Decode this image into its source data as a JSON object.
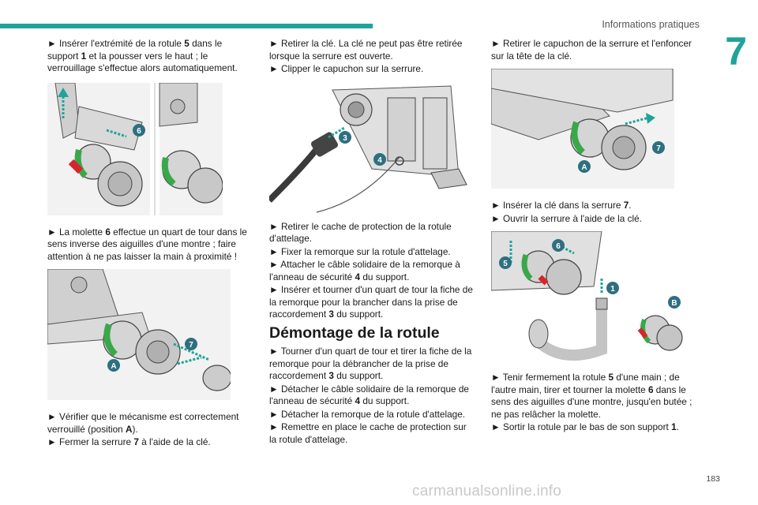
{
  "header": {
    "title": "Informations pratiques",
    "chapter": "7",
    "page_number": "183"
  },
  "watermark": "carmanualsonline.info",
  "columns": {
    "left": {
      "p1": [
        "► Insérer l'extrémité de la rotule ",
        "5",
        " dans le support ",
        "1",
        " et la pousser vers le haut ; le verrouillage s'effectue alors automatiquement."
      ],
      "fig1_labels": [
        "6"
      ],
      "p2": [
        "► La molette ",
        "6",
        " effectue un quart de tour dans le sens inverse des aiguilles d'une montre ; faire attention à ne pas laisser la main à proximité !"
      ],
      "fig2_labels": [
        "7",
        "A"
      ],
      "p3": [
        "► Vérifier que le mécanisme est correctement verrouillé (position ",
        "A",
        ")."
      ],
      "p4": [
        "► Fermer la serrure ",
        "7",
        " à l'aide de la clé."
      ]
    },
    "middle": {
      "p1": "► Retirer la clé. La clé ne peut pas être retirée lorsque la serrure est ouverte.",
      "p2": "► Clipper le capuchon sur la serrure.",
      "fig_labels": [
        "3",
        "4"
      ],
      "p3": "► Retirer le cache de protection de la rotule d'attelage.",
      "p4": "► Fixer la remorque sur la rotule d'attelage.",
      "p5": [
        "► Attacher le câble solidaire de la remorque à l'anneau de sécurité ",
        "4",
        " du support."
      ],
      "p6": [
        "► Insérer et tourner d'un quart de tour la fiche de la remorque pour la brancher dans la prise de raccordement ",
        "3",
        " du support."
      ],
      "heading": "Démontage de la rotule",
      "p7": [
        "► Tourner d'un quart de tour et tirer la fiche de la remorque pour la débrancher de la prise de raccordement ",
        "3",
        " du support."
      ],
      "p8": [
        "► Détacher le câble solidaire de la remorque de l'anneau de sécurité ",
        "4",
        " du support."
      ],
      "p9": "► Détacher la remorque de la rotule d'attelage.",
      "p10": "► Remettre en place le cache de protection sur la rotule d'attelage."
    },
    "right": {
      "p1": "► Retirer le capuchon de la serrure et l'enfoncer sur la tête de la clé.",
      "fig1_labels": [
        "7",
        "A"
      ],
      "p2": [
        "► Insérer la clé dans la serrure ",
        "7",
        "."
      ],
      "p3": "► Ouvrir la serrure à l'aide de la clé.",
      "fig2_labels": [
        "6",
        "5",
        "1",
        "B"
      ],
      "p4": [
        "► Tenir fermement la rotule ",
        "5",
        " d'une main ; de l'autre main, tirer et tourner la molette ",
        "6",
        " dans le sens des aiguilles d'une montre, jusqu'en butée ; ne pas relâcher la molette."
      ],
      "p5": [
        "► Sortir la rotule par le bas de son support ",
        "1",
        "."
      ]
    }
  },
  "colors": {
    "accent": "#1fa39a",
    "callout": "#2e6f80",
    "green": "#3aa84a",
    "red": "#d8242b"
  }
}
